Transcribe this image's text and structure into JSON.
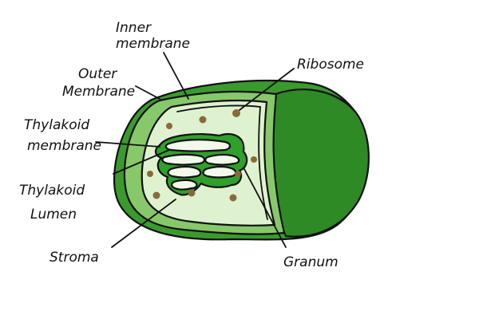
{
  "colors": {
    "outer": "#3a9a2e",
    "outer_dark": "#2d8a25",
    "intermembrane": "#86c86a",
    "stroma": "#dff2d0",
    "thylakoid": "#2fa02a",
    "lumen": "#f2f9ec",
    "ribosome": "#8a6a3a",
    "outline": "#111111"
  },
  "labels": {
    "inner_membrane_line1": "Inner",
    "inner_membrane_line2": "membrane",
    "outer_membrane_line1": "Outer",
    "outer_membrane_line2": "Membrane",
    "ribosome": "Ribosome",
    "thylakoid_membrane_line1": "Thylakoid",
    "thylakoid_membrane_line2": "membrane",
    "thylakoid_lumen_line1": "Thylakoid",
    "thylakoid_lumen_line2": "Lumen",
    "stroma": "Stroma",
    "granum": "Granum"
  }
}
